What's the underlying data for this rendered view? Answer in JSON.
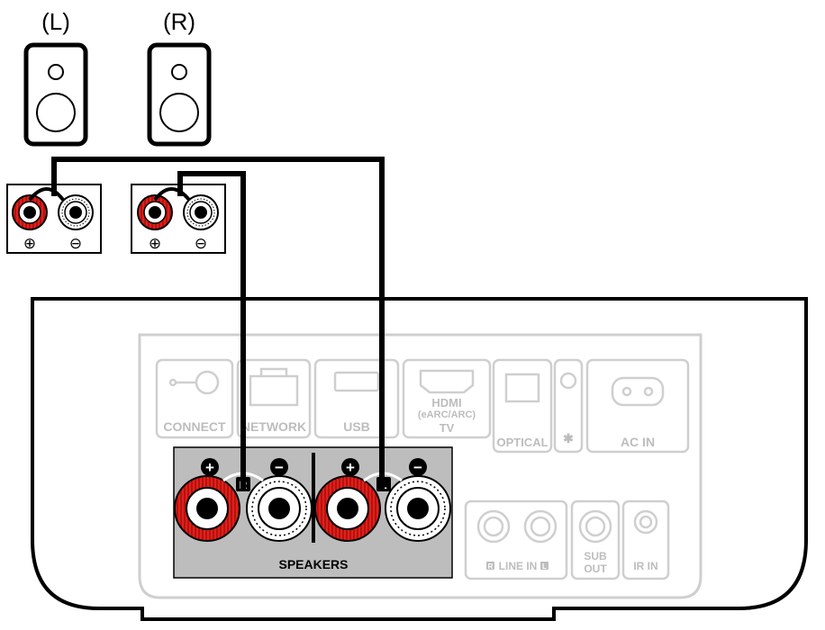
{
  "speakers": {
    "left_label": "(L)",
    "right_label": "(R)"
  },
  "terminal_signs": {
    "plus": "⊕",
    "minus": "⊖"
  },
  "device": {
    "ports": {
      "connect": "CONNECT",
      "network": "NETWORK",
      "usb": "USB",
      "hdmi": "HDMI",
      "hdmi_sub": "(eARC/ARC)",
      "tv": "TV",
      "optical": "OPTICAL",
      "ac_in": "AC IN",
      "line_in": "LINE IN",
      "line_in_r": "R",
      "line_in_l": "L",
      "sub": "SUB",
      "out": "OUT",
      "ir_in": "IR IN"
    },
    "speakers_panel": {
      "label": "SPEAKERS",
      "channel_r": "R",
      "channel_l": "L",
      "plus": "+",
      "minus": "−"
    }
  },
  "colors": {
    "wire": "#000000",
    "terminal_red": "#e0201b",
    "panel_gray": "#bdbdbd",
    "faded_outline": "#cfcfcf"
  }
}
